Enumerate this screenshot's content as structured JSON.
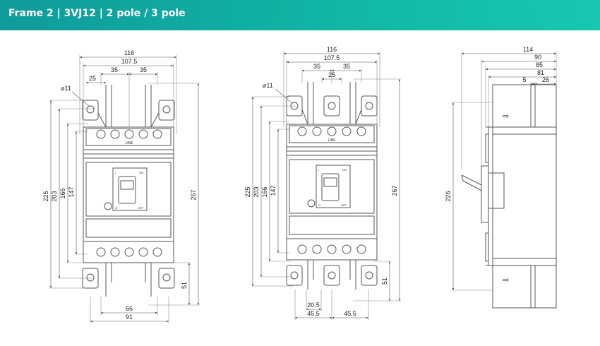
{
  "header": {
    "title": "Frame 2 | 3VJ12 | 2 pole / 3 pole"
  },
  "icons": {
    "arrow": "⇨"
  },
  "view_2pole": {
    "dims": {
      "w116": "116",
      "w107_5": "107.5",
      "s35a": "35",
      "s35b": "35",
      "s25": "25",
      "dia11": "⌀11",
      "h225": "225",
      "h203": "203",
      "h166": "166",
      "h147": "147",
      "h267": "267",
      "h51": "51",
      "b66": "66",
      "b91": "91"
    },
    "labels": {
      "line": "LINE",
      "on": "ON",
      "off": "OFF",
      "i": "I",
      "o": "O"
    }
  },
  "view_3pole": {
    "dims": {
      "w116": "116",
      "w107_5": "107.5",
      "s35a": "35",
      "s35b": "35",
      "s25": "25",
      "dia11": "⌀11",
      "h225": "225",
      "h203": "203",
      "h166": "166",
      "h147": "147",
      "h267": "267",
      "h51": "51",
      "b20_5": "20.5",
      "b45_5a": "45.5",
      "b45_5b": "45.5"
    },
    "labels": {
      "line": "LINE",
      "on": "ON",
      "off": "OFF",
      "i": "I",
      "o": "O"
    }
  },
  "view_side": {
    "dims": {
      "d114": "114",
      "d90": "90",
      "d85": "85",
      "d81": "81",
      "d5": "5",
      "d26": "26",
      "h226": "226"
    }
  }
}
